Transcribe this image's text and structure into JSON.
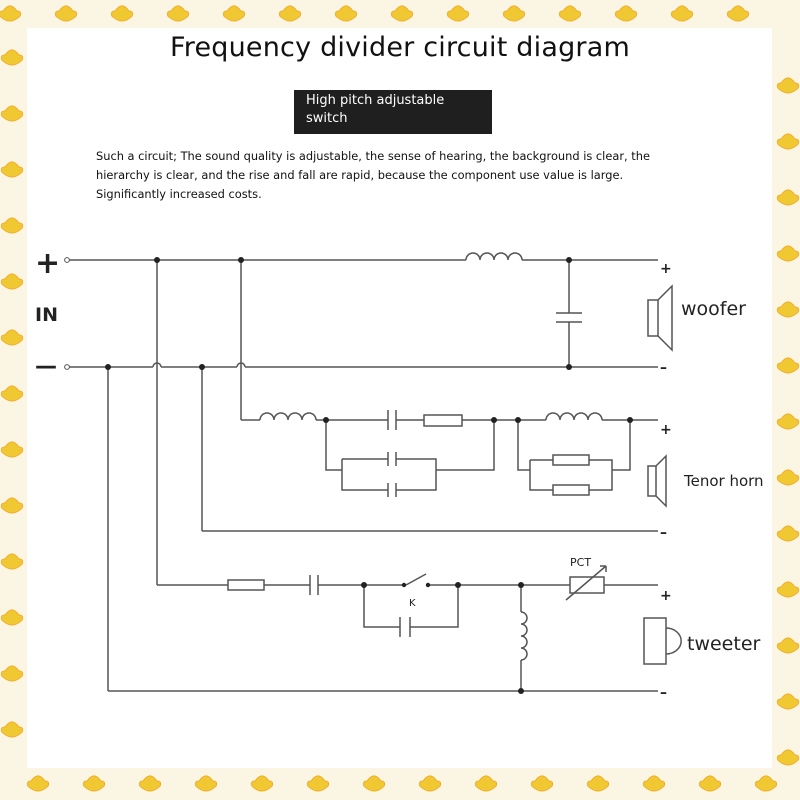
{
  "title": "Frequency divider circuit diagram",
  "switch_label": "High pitch adjustable switch",
  "description": "Such a circuit; The sound quality is adjustable, the sense of hearing, the background is clear, the hierarchy is clear, and the rise and fall are rapid, because the component use value is large. Significantly increased costs.",
  "input": {
    "plus": "+",
    "label": "IN",
    "minus": "—"
  },
  "woofer": {
    "label": "woofer",
    "plus": "+",
    "minus": "–"
  },
  "tenor": {
    "label": "Tenor horn",
    "plus": "+",
    "minus": "–"
  },
  "tweeter": {
    "label": "tweeter",
    "plus": "+",
    "minus": "–"
  },
  "pct_label": "PCT",
  "switch_k_label": "K",
  "colors": {
    "border": "#f0c832",
    "accent": "#f5a623",
    "line": "#555555"
  }
}
